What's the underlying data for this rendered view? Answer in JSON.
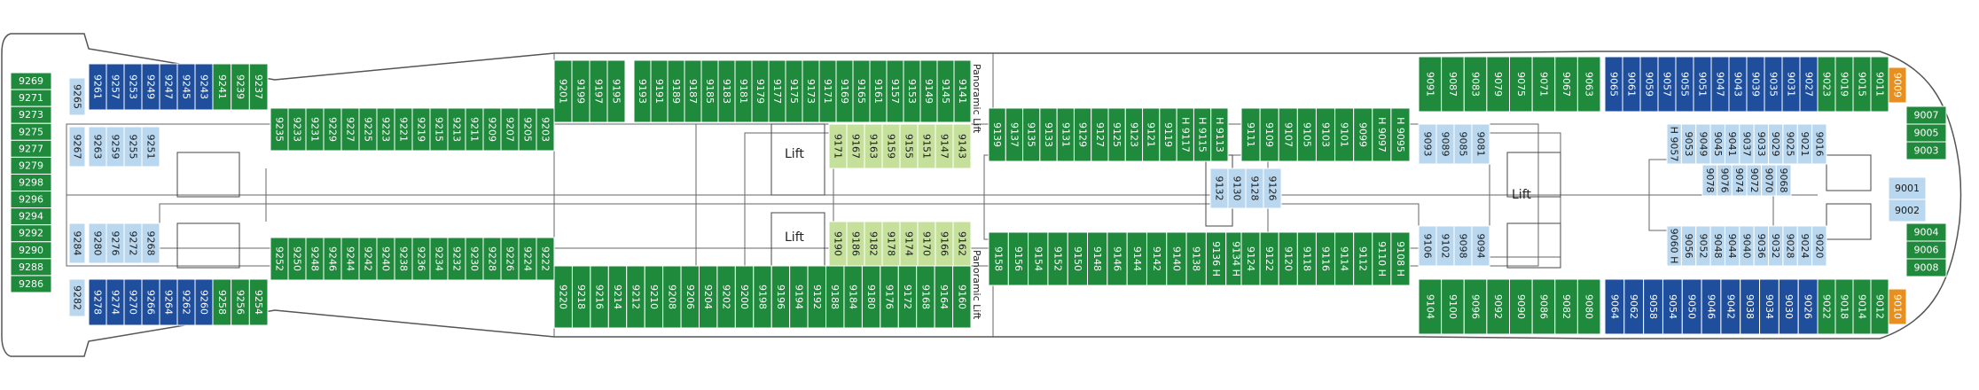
{
  "labels": {
    "lift": "Lift",
    "panoramic_lift": "Panoramic Lift"
  },
  "colors": {
    "green": "#1f8a3c",
    "blue": "#1f4f9c",
    "light_blue": "#b9d7ee",
    "light_green": "#c5e09a",
    "orange": "#e8901f",
    "lilac": "#c9b8e6",
    "outline": "#555555"
  },
  "blocks": [
    {
      "id": "aft-left-col",
      "color": "green",
      "dir": "h",
      "list": [
        "9269",
        "9271",
        "9273",
        "9275",
        "9277",
        "9279",
        "9298",
        "9296",
        "9294",
        "9292",
        "9290",
        "9288",
        "9286"
      ]
    },
    {
      "id": "top-9265-blue",
      "color": "light_blue",
      "dir": "v",
      "list": [
        "9265"
      ]
    },
    {
      "id": "top-9261-blue",
      "color": "blue",
      "dir": "v",
      "list": [
        "9261",
        "9257",
        "9253",
        "9249",
        "9247",
        "9245",
        "9243"
      ]
    },
    {
      "id": "top-9241-green",
      "color": "green",
      "dir": "v",
      "list": [
        "9241",
        "9239",
        "9237"
      ]
    },
    {
      "id": "mid-top-9235-green",
      "color": "green",
      "dir": "v",
      "list": [
        "9235",
        "9233",
        "9231",
        "9229",
        "9227",
        "9225",
        "9223",
        "9221",
        "9219",
        "9215",
        "9213",
        "9211",
        "9209",
        "9207",
        "9205",
        "9203"
      ]
    },
    {
      "id": "aft-inner-top-blue",
      "color": "light_blue",
      "dir": "v",
      "list": [
        "9267"
      ]
    },
    {
      "id": "aft-inner-top-blue2",
      "color": "light_blue",
      "dir": "v",
      "list": [
        "9263",
        "9259",
        "9255",
        "9251"
      ]
    },
    {
      "id": "aft-inner-bot-blue",
      "color": "light_blue",
      "dir": "v",
      "list": [
        "9284"
      ]
    },
    {
      "id": "aft-inner-bot-blue2",
      "color": "light_blue",
      "dir": "v",
      "list": [
        "9280",
        "9276",
        "9272",
        "9268"
      ]
    },
    {
      "id": "mid-bot-9252-green",
      "color": "green",
      "dir": "v",
      "list": [
        "9252",
        "9250",
        "9248",
        "9246",
        "9244",
        "9242",
        "9240",
        "9238",
        "9236",
        "9234",
        "9232",
        "9230",
        "9228",
        "9226",
        "9224",
        "9222"
      ]
    },
    {
      "id": "bot-9282-blue",
      "color": "light_blue",
      "dir": "v",
      "list": [
        "9282"
      ]
    },
    {
      "id": "bot-9278-blue",
      "color": "blue",
      "dir": "v",
      "list": [
        "9278",
        "9274",
        "9270",
        "9266",
        "9264",
        "9262",
        "9260"
      ]
    },
    {
      "id": "bot-9258-green",
      "color": "green",
      "dir": "v",
      "list": [
        "9258",
        "9256",
        "9254"
      ]
    },
    {
      "id": "c-top-9201",
      "color": "green",
      "dir": "v",
      "list": [
        "9201",
        "9199",
        "9197",
        "9195"
      ]
    },
    {
      "id": "c-top-9193",
      "color": "green",
      "dir": "v",
      "list": [
        "9193",
        "9191",
        "9189",
        "9187",
        "9185",
        "9183",
        "9181",
        "9179",
        "9177",
        "9175",
        "9173",
        "9171",
        "9169",
        "9165",
        "9161",
        "9157",
        "9153",
        "9149",
        "9145",
        "9141"
      ]
    },
    {
      "id": "c-lg-top",
      "color": "light_green",
      "dir": "v",
      "list": [
        "9171",
        "9167",
        "9163",
        "9159",
        "9155",
        "9151",
        "9147",
        "9143"
      ]
    },
    {
      "id": "c-lg-bot",
      "color": "light_green",
      "dir": "v",
      "list": [
        "9190",
        "9186",
        "9182",
        "9178",
        "9174",
        "9170",
        "9166",
        "9162"
      ]
    },
    {
      "id": "c-bot-9220",
      "color": "green",
      "dir": "v",
      "list": [
        "9220",
        "9218",
        "9216",
        "9214",
        "9212",
        "9210",
        "9208",
        "9206",
        "9204",
        "9202",
        "9200",
        "9198",
        "9196",
        "9194",
        "9192",
        "9188",
        "9184",
        "9180",
        "9176",
        "9172",
        "9168",
        "9164",
        "9160"
      ]
    },
    {
      "id": "f-top-9139",
      "color": "green",
      "dir": "v",
      "list": [
        "9139",
        "9137",
        "9135",
        "9133",
        "9131",
        "9129",
        "9127",
        "9125",
        "9123",
        "9121",
        "9119",
        "H 9117",
        "H 9115",
        "H 9113"
      ]
    },
    {
      "id": "f-top-9111",
      "color": "green",
      "dir": "v",
      "list": [
        "9111",
        "9109",
        "9107",
        "9105",
        "9103",
        "9101",
        "9099",
        "H 9097",
        "H 9095"
      ]
    },
    {
      "id": "f-mid-blue",
      "color": "light_blue",
      "dir": "v",
      "list": [
        "9132",
        "9130",
        "9128",
        "9126"
      ]
    },
    {
      "id": "f-bot-9158",
      "color": "green",
      "dir": "v",
      "list": [
        "9158",
        "9156",
        "9154",
        "9152",
        "9150",
        "9148",
        "9146",
        "9144",
        "9142",
        "9140",
        "9138",
        "9136 H",
        "9134 H"
      ]
    },
    {
      "id": "f-bot-9124",
      "color": "green",
      "dir": "v",
      "list": [
        "9124",
        "9122",
        "9120",
        "9118",
        "9116",
        "9114",
        "9112",
        "9110 H",
        "9108 H"
      ]
    },
    {
      "id": "p-top-green",
      "color": "green",
      "dir": "v",
      "list": [
        "9091",
        "9087",
        "9083",
        "9079",
        "9075",
        "9071",
        "9067",
        "9063"
      ]
    },
    {
      "id": "p-top-blue",
      "color": "blue",
      "dir": "v",
      "list": [
        "9065",
        "9061",
        "9059",
        "9057",
        "9055",
        "9051",
        "9047",
        "9043",
        "9039",
        "9035",
        "9031",
        "9027"
      ]
    },
    {
      "id": "p-top-green2",
      "color": "green",
      "dir": "v",
      "list": [
        "9023",
        "9019",
        "9015",
        "9011"
      ]
    },
    {
      "id": "p-mid-top-blue",
      "color": "light_blue",
      "dir": "v",
      "list": [
        "9093",
        "9089",
        "9085",
        "9081"
      ]
    },
    {
      "id": "p-mid-top-blue2",
      "color": "light_blue",
      "dir": "v",
      "list": [
        "H 9057",
        "9053",
        "9049",
        "9045",
        "9041",
        "9037",
        "9033",
        "9029",
        "9025",
        "9021",
        "9016"
      ]
    },
    {
      "id": "p-mid-mid-blue",
      "color": "light_blue",
      "dir": "v",
      "list": [
        "9078",
        "9076",
        "9074",
        "9072",
        "9070",
        "9068"
      ]
    },
    {
      "id": "p-mid-bot-blue",
      "color": "light_blue",
      "dir": "v",
      "list": [
        "9106",
        "9102",
        "9098",
        "9094"
      ]
    },
    {
      "id": "p-mid-bot-blue2",
      "color": "light_blue",
      "dir": "v",
      "list": [
        "9060 H",
        "9056",
        "9052",
        "9048",
        "9044",
        "9040",
        "9036",
        "9032",
        "9028",
        "9024",
        "9020"
      ]
    },
    {
      "id": "p-bot-green",
      "color": "green",
      "dir": "v",
      "list": [
        "9104",
        "9100",
        "9096",
        "9092",
        "9090",
        "9086",
        "9082",
        "9080"
      ]
    },
    {
      "id": "p-bot-blue",
      "color": "blue",
      "dir": "v",
      "list": [
        "9064",
        "9062",
        "9058",
        "9054",
        "9050",
        "9046",
        "9042",
        "9038",
        "9034",
        "9030",
        "9026"
      ]
    },
    {
      "id": "p-bot-green2",
      "color": "green",
      "dir": "v",
      "list": [
        "9022",
        "9018",
        "9014",
        "9012"
      ]
    },
    {
      "id": "bow-right-top",
      "color": "green",
      "dir": "h",
      "list": [
        "9007",
        "9005",
        "9003"
      ]
    },
    {
      "id": "bow-right-bot",
      "color": "green",
      "dir": "h",
      "list": [
        "9004",
        "9006",
        "9008"
      ]
    },
    {
      "id": "bow-orange",
      "color": "orange",
      "dir": "v",
      "list": [
        "9009",
        "9010"
      ]
    },
    {
      "id": "bow-suites",
      "color": "light_blue",
      "dir": "h",
      "list": [
        "9001",
        "9002"
      ]
    }
  ]
}
